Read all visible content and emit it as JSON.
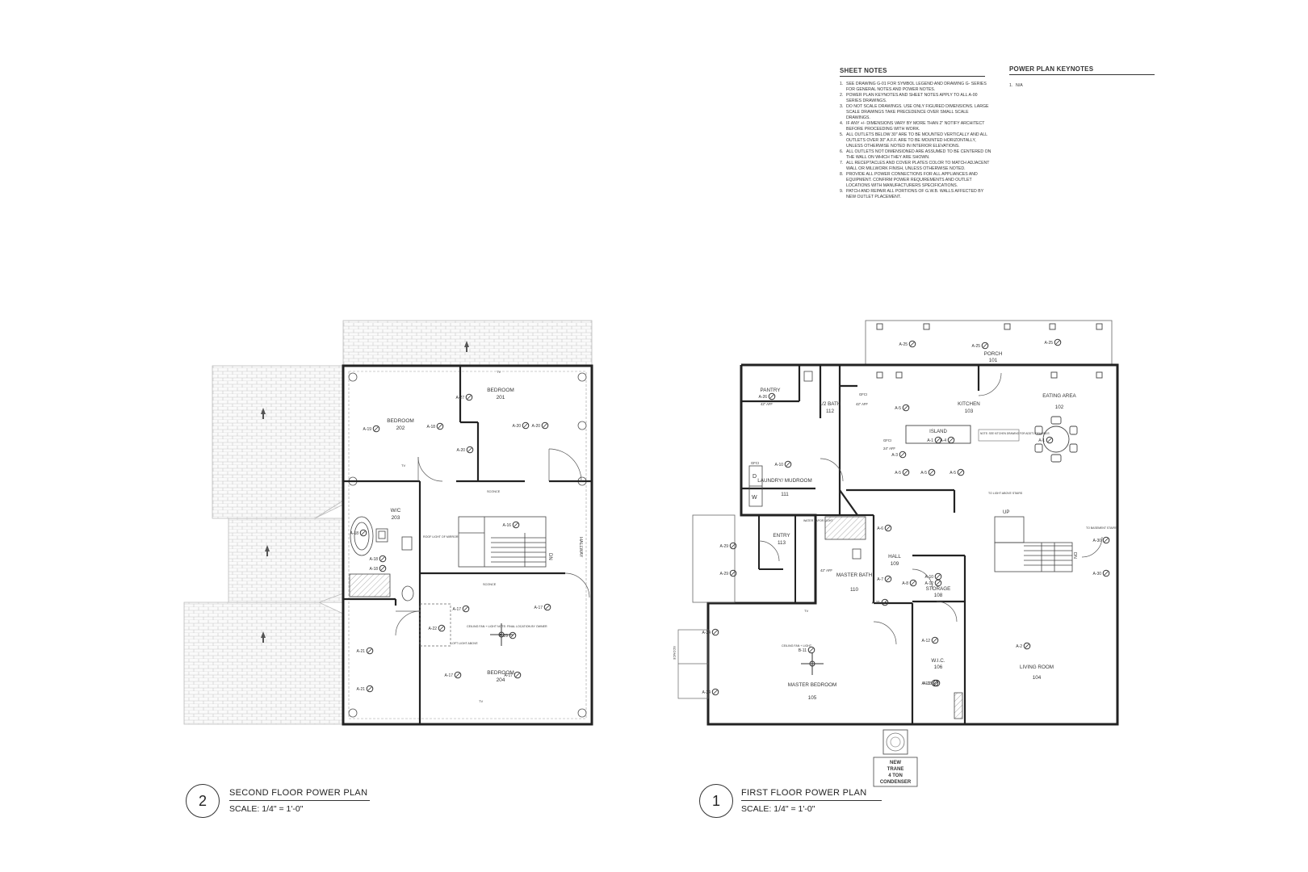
{
  "sheet_notes": {
    "title": "SHEET NOTES",
    "items": [
      "1. SEE DRAWING G-01 FOR SYMBOL LEGEND AND DRAWING G- SERIES FOR GENERAL NOTES AND POWER NOTES.",
      "2. POWER PLAN KEYNOTES AND SHEET NOTES APPLY TO ALL A-00 SERIES DRAWINGS.",
      "3. DO NOT SCALE DRAWINGS. USE ONLY FIGURED DIMENSIONS. LARGE SCALE DRAWINGS TAKE PRECEDENCE OVER SMALL SCALE DRAWINGS.",
      "4. IF ANY +/- DIMENSIONS VARY BY MORE THAN 2\" NOTIFY ARCHITECT BEFORE PROCEEDING WITH WORK.",
      "5. ALL OUTLETS BELOW 30\" ARE TO BE MOUNTED VERTICALLY AND ALL OUTLETS OVER 30\" A.F.F. ARE TO BE MOUNTED HORIZONTALLY, UNLESS OTHERWISE NOTED IN INTERIOR ELEVATIONS.",
      "6. ALL OUTLETS NOT DIMENSIONED ARE ASSUMED TO BE CENTERED ON THE WALL ON WHICH THEY ARE SHOWN.",
      "7. ALL RECEPTACLES AND COVER PLATES COLOR TO MATCH ADJACENT WALL OR MILLWORK FINISH, UNLESS OTHERWISE NOTED.",
      "8. PROVIDE ALL POWER CONNECTIONS FOR ALL APPLIANCES AND EQUIPMENT. CONFIRM POWER REQUIREMENTS AND OUTLET LOCATIONS WITH MANUFACTURERS SPECIFICATIONS.",
      "9. PATCH AND REPAIR ALL PORTIONS OF G.W.B. WALLS AFFECTED BY NEW OUTLET PLACEMENT."
    ]
  },
  "keynotes": {
    "title": "POWER PLAN KEYNOTES",
    "items": [
      "1. N/A"
    ]
  },
  "plans": {
    "second": {
      "number": "2",
      "title": "SECOND FLOOR POWER PLAN",
      "scale": "SCALE: 1/4\" = 1'-0\""
    },
    "first": {
      "number": "1",
      "title": "FIRST FLOOR POWER PLAN",
      "scale": "SCALE: 1/4\" = 1'-0\""
    }
  },
  "second_floor_rooms": [
    {
      "name": "BEDROOM",
      "num": "201"
    },
    {
      "name": "BEDROOM",
      "num": "202"
    },
    {
      "name": "W/C",
      "num": "203"
    },
    {
      "name": "BEDROOM",
      "num": "204"
    }
  ],
  "second_floor_notes": {
    "sconce": "SCONCE",
    "roof_light": "ROOF LIGHT OF MIRROR",
    "ceiling_fan": "CEILING FAN + LIGHT NOTE: FINAL LOCATION BY OWNER",
    "loft_light": "LOFT LIGHT ABOVE",
    "dn": "DN",
    "hallway": "HALLWAY",
    "tv": "TV"
  },
  "first_floor_rooms": [
    {
      "name": "PORCH",
      "num": "101"
    },
    {
      "name": "EATING AREA",
      "num": "102"
    },
    {
      "name": "KITCHEN",
      "num": "103"
    },
    {
      "name": "LIVING ROOM",
      "num": "104"
    },
    {
      "name": "MASTER BEDROOM",
      "num": "105"
    },
    {
      "name": "W.I.C.",
      "num": "106"
    },
    {
      "name": "STORAGE",
      "num": "108"
    },
    {
      "name": "HALL",
      "num": "109"
    },
    {
      "name": "MASTER BATH",
      "num": "110"
    },
    {
      "name": "LAUNDRY/ MUDROOM",
      "num": "111"
    },
    {
      "name": "1/2 BATH",
      "num": "112"
    },
    {
      "name": "ENTRY",
      "num": "113"
    },
    {
      "name": "PANTRY",
      "num": ""
    }
  ],
  "first_floor_notes": {
    "island": "ISLAND",
    "kitchen_note": "NOTE: SEE KITCHEN DRAWING FOR ADDT'L DRAWINGS",
    "up": "UP",
    "dn": "DN",
    "to_light_stairs": "TO LIGHT ABOVE STAIRS",
    "to_basement": "TO BASEMENT STAIRS",
    "water_light": "WATER VAPOR LIGHT",
    "ceiling_fan": "CEILING FAN + LIGHT",
    "sconce": "SCONCE",
    "gfci": "GFCI",
    "aff42": "42\" AFF",
    "aff24": "24\" AFF",
    "dw_d": "D",
    "dw_w": "W",
    "tv": "TV"
  },
  "condenser_label": [
    "NEW",
    "TRANE",
    "4 TON",
    "CONDENSER"
  ],
  "circuit_labels": {
    "second": [
      "A-19",
      "A-18",
      "A-20",
      "A-20",
      "A-27",
      "A-20",
      "A-16",
      "A-18",
      "A-18",
      "A-17",
      "A-17",
      "A-17",
      "A-21",
      "A-21",
      "A-22",
      "B-29",
      "A-17",
      "A-18"
    ],
    "first": [
      "A-25",
      "A-25",
      "A-25",
      "A-26",
      "A-5",
      "A-3",
      "A-1",
      "A-1",
      "A-4",
      "A-5",
      "A-5",
      "A-5",
      "A-6",
      "A-8",
      "A-7",
      "A-11",
      "A-10",
      "A-12",
      "A-13",
      "A-12",
      "A-13",
      "A-29",
      "A-29",
      "A-24",
      "A-24",
      "B-11",
      "A-30",
      "A-30",
      "A-10",
      "A-2"
    ]
  }
}
